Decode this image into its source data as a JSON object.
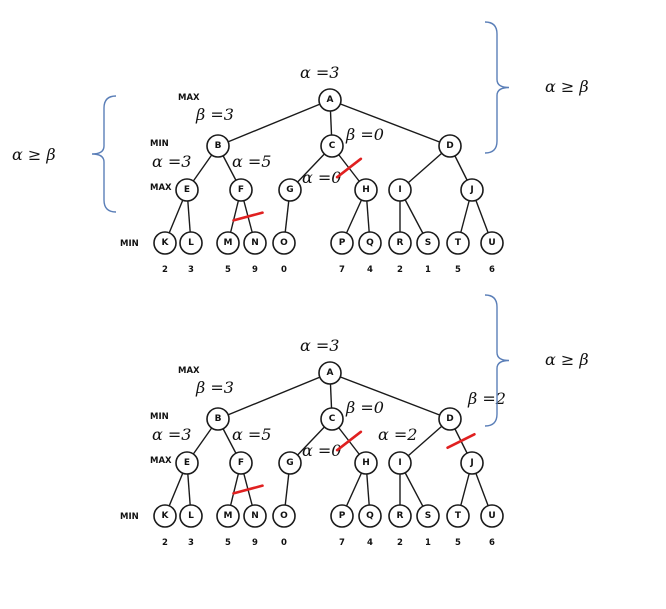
{
  "colors": {
    "node_stroke": "#1a1a1a",
    "cut": "#e02020",
    "brace": "#5b7fb8"
  },
  "level_labels": {
    "max": "MAX",
    "min": "MIN"
  },
  "nodes": [
    {
      "id": "A",
      "label": "A",
      "parent": null
    },
    {
      "id": "B",
      "label": "B",
      "parent": "A"
    },
    {
      "id": "C",
      "label": "C",
      "parent": "A"
    },
    {
      "id": "D",
      "label": "D",
      "parent": "A"
    },
    {
      "id": "E",
      "label": "E",
      "parent": "B"
    },
    {
      "id": "F",
      "label": "F",
      "parent": "B"
    },
    {
      "id": "G",
      "label": "G",
      "parent": "C"
    },
    {
      "id": "H",
      "label": "H",
      "parent": "C"
    },
    {
      "id": "I",
      "label": "I",
      "parent": "D"
    },
    {
      "id": "J",
      "label": "J",
      "parent": "D"
    },
    {
      "id": "K",
      "label": "K",
      "parent": "E",
      "value": "2"
    },
    {
      "id": "L",
      "label": "L",
      "parent": "E",
      "value": "3"
    },
    {
      "id": "M",
      "label": "M",
      "parent": "F",
      "value": "5"
    },
    {
      "id": "N",
      "label": "N",
      "parent": "F",
      "value": "9"
    },
    {
      "id": "O",
      "label": "O",
      "parent": "G",
      "value": "0"
    },
    {
      "id": "P",
      "label": "P",
      "parent": "H",
      "value": "7"
    },
    {
      "id": "Q",
      "label": "Q",
      "parent": "H",
      "value": "4"
    },
    {
      "id": "R",
      "label": "R",
      "parent": "I",
      "value": "2"
    },
    {
      "id": "S",
      "label": "S",
      "parent": "I",
      "value": "1"
    },
    {
      "id": "T",
      "label": "T",
      "parent": "J",
      "value": "5"
    },
    {
      "id": "U",
      "label": "U",
      "parent": "J",
      "value": "6"
    }
  ],
  "trees": [
    {
      "annotations": [
        {
          "id": "alpha-A",
          "text": "α =3"
        },
        {
          "id": "beta-B",
          "text": "β =3"
        },
        {
          "id": "beta-C",
          "text": "β =0"
        },
        {
          "id": "alpha-E",
          "text": "α =3"
        },
        {
          "id": "alpha-F",
          "text": "α =5"
        },
        {
          "id": "alpha-G",
          "text": "α =0"
        }
      ],
      "cuts": [
        "F-N",
        "C-H"
      ],
      "conditions": [
        {
          "id": "left",
          "text": "α ≥ β"
        },
        {
          "id": "right",
          "text": "α ≥ β"
        }
      ]
    },
    {
      "annotations": [
        {
          "id": "alpha-A",
          "text": "α =3"
        },
        {
          "id": "beta-B",
          "text": "β =3"
        },
        {
          "id": "beta-C",
          "text": "β =0"
        },
        {
          "id": "beta-D",
          "text": "β =2"
        },
        {
          "id": "alpha-E",
          "text": "α =3"
        },
        {
          "id": "alpha-F",
          "text": "α =5"
        },
        {
          "id": "alpha-G",
          "text": "α =0"
        },
        {
          "id": "alpha-I",
          "text": "α =2"
        }
      ],
      "cuts": [
        "F-N",
        "C-H",
        "D-J"
      ],
      "conditions": [
        {
          "id": "right",
          "text": "α ≥ β"
        }
      ]
    }
  ]
}
